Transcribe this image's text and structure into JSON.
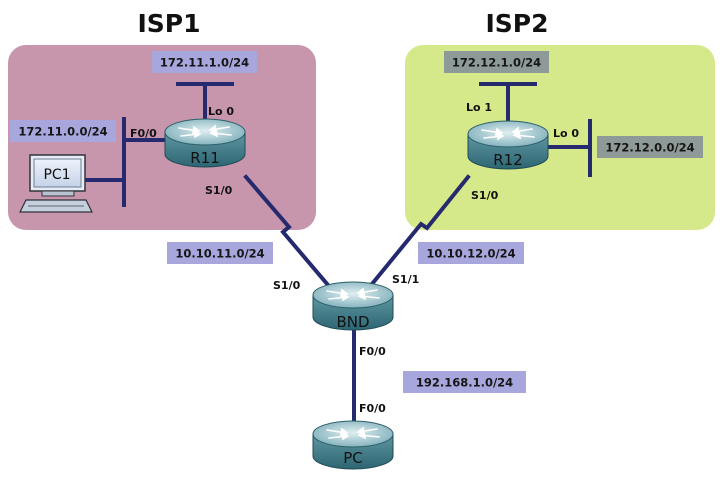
{
  "colors": {
    "isp1_zone": "#c796ad",
    "isp2_zone": "#d6e98a",
    "link": "#252a6e",
    "label_blue": "#a7a7de",
    "label_gray": "#8e9a97",
    "router_body": "#3f7d8b"
  },
  "zones": {
    "isp1": {
      "title": "ISP1"
    },
    "isp2": {
      "title": "ISP2"
    }
  },
  "routers": {
    "r11": {
      "name": "R11"
    },
    "r12": {
      "name": "R12"
    },
    "bnd": {
      "name": "BND"
    },
    "pc": {
      "name": "PC"
    }
  },
  "hosts": {
    "pc1": {
      "name": "PC1"
    }
  },
  "networks": {
    "r11_lo0": "172.11.1.0/24",
    "r11_f00": "172.11.0.0/24",
    "r12_lo1": "172.12.1.0/24",
    "r12_lo0": "172.12.0.0/24",
    "link_r11_bnd": "10.10.11.0/24",
    "link_r12_bnd": "10.10.12.0/24",
    "link_bnd_pc": "192.168.1.0/24"
  },
  "interfaces": {
    "r11_lo0": "Lo 0",
    "r11_f00": "F0/0",
    "r11_s10": "S1/0",
    "r12_lo1": "Lo 1",
    "r12_lo0": "Lo 0",
    "r12_s10": "S1/0",
    "bnd_s10": "S1/0",
    "bnd_s11": "S1/1",
    "bnd_f00": "F0/0",
    "pc_f00": "F0/0"
  }
}
